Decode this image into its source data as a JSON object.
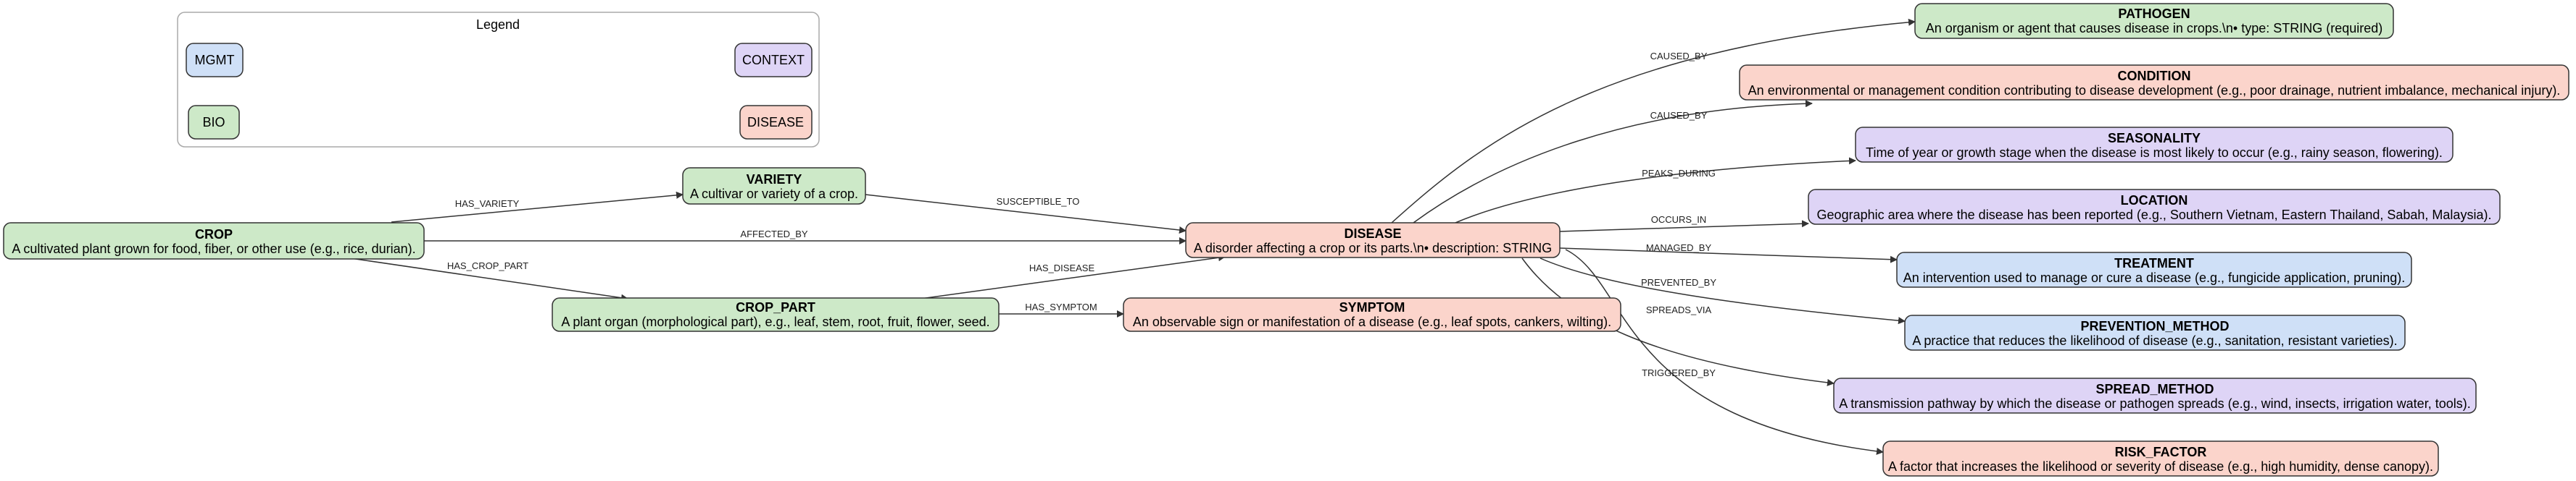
{
  "legend": {
    "title": "Legend",
    "items": [
      {
        "key": "mgmt",
        "label": "MGMT",
        "color": "#cfe0f7"
      },
      {
        "key": "context",
        "label": "CONTEXT",
        "color": "#ded4f6"
      },
      {
        "key": "bio",
        "label": "BIO",
        "color": "#cde9c8"
      },
      {
        "key": "disease",
        "label": "DISEASE",
        "color": "#fbd4cb"
      }
    ]
  },
  "nodes": {
    "crop": {
      "title": "CROP",
      "desc": "A cultivated plant grown for food, fiber, or other use (e.g., rice, durian).",
      "category": "bio"
    },
    "variety": {
      "title": "VARIETY",
      "desc": "A cultivar or variety of a crop.",
      "category": "bio"
    },
    "crop_part": {
      "title": "CROP_PART",
      "desc": "A plant organ (morphological part), e.g., leaf, stem, root, fruit, flower, seed.",
      "category": "bio"
    },
    "disease": {
      "title": "DISEASE",
      "desc": "A disorder affecting a crop or its parts.\\n• description: STRING",
      "category": "disease"
    },
    "symptom": {
      "title": "SYMPTOM",
      "desc": "An observable sign or manifestation of a disease (e.g., leaf spots, cankers, wilting).",
      "category": "disease"
    },
    "pathogen": {
      "title": "PATHOGEN",
      "desc": "An organism or agent that causes disease in crops.\\n• type: STRING (required)",
      "category": "bio"
    },
    "condition": {
      "title": "CONDITION",
      "desc": "An environmental or management condition contributing to disease development (e.g., poor drainage, nutrient imbalance, mechanical injury).",
      "category": "disease"
    },
    "seasonality": {
      "title": "SEASONALITY",
      "desc": "Time of year or growth stage when the disease is most likely to occur (e.g., rainy season, flowering).",
      "category": "context"
    },
    "location": {
      "title": "LOCATION",
      "desc": "Geographic area where the disease has been reported (e.g., Southern Vietnam, Eastern Thailand, Sabah, Malaysia).",
      "category": "context"
    },
    "treatment": {
      "title": "TREATMENT",
      "desc": "An intervention used to manage or cure a disease (e.g., fungicide application, pruning).",
      "category": "mgmt"
    },
    "prevention_method": {
      "title": "PREVENTION_METHOD",
      "desc": "A practice that reduces the likelihood of disease (e.g., sanitation, resistant varieties).",
      "category": "mgmt"
    },
    "spread_method": {
      "title": "SPREAD_METHOD",
      "desc": "A transmission pathway by which the disease or pathogen spreads (e.g., wind, insects, irrigation water, tools).",
      "category": "context"
    },
    "risk_factor": {
      "title": "RISK_FACTOR",
      "desc": "A factor that increases the likelihood or severity of disease (e.g., high humidity, dense canopy).",
      "category": "disease"
    }
  },
  "edges": {
    "has_variety": "HAS_VARIETY",
    "affected_by": "AFFECTED_BY",
    "has_crop_part": "HAS_CROP_PART",
    "susceptible_to": "SUSCEPTIBLE_TO",
    "has_disease": "HAS_DISEASE",
    "has_symptom": "HAS_SYMPTOM",
    "caused_by_pathogen": "CAUSED_BY",
    "caused_by_condition": "CAUSED_BY",
    "peaks_during": "PEAKS_DURING",
    "occurs_in": "OCCURS_IN",
    "managed_by": "MANAGED_BY",
    "prevented_by": "PREVENTED_BY",
    "spreads_via": "SPREADS_VIA",
    "triggered_by": "TRIGGERED_BY"
  }
}
